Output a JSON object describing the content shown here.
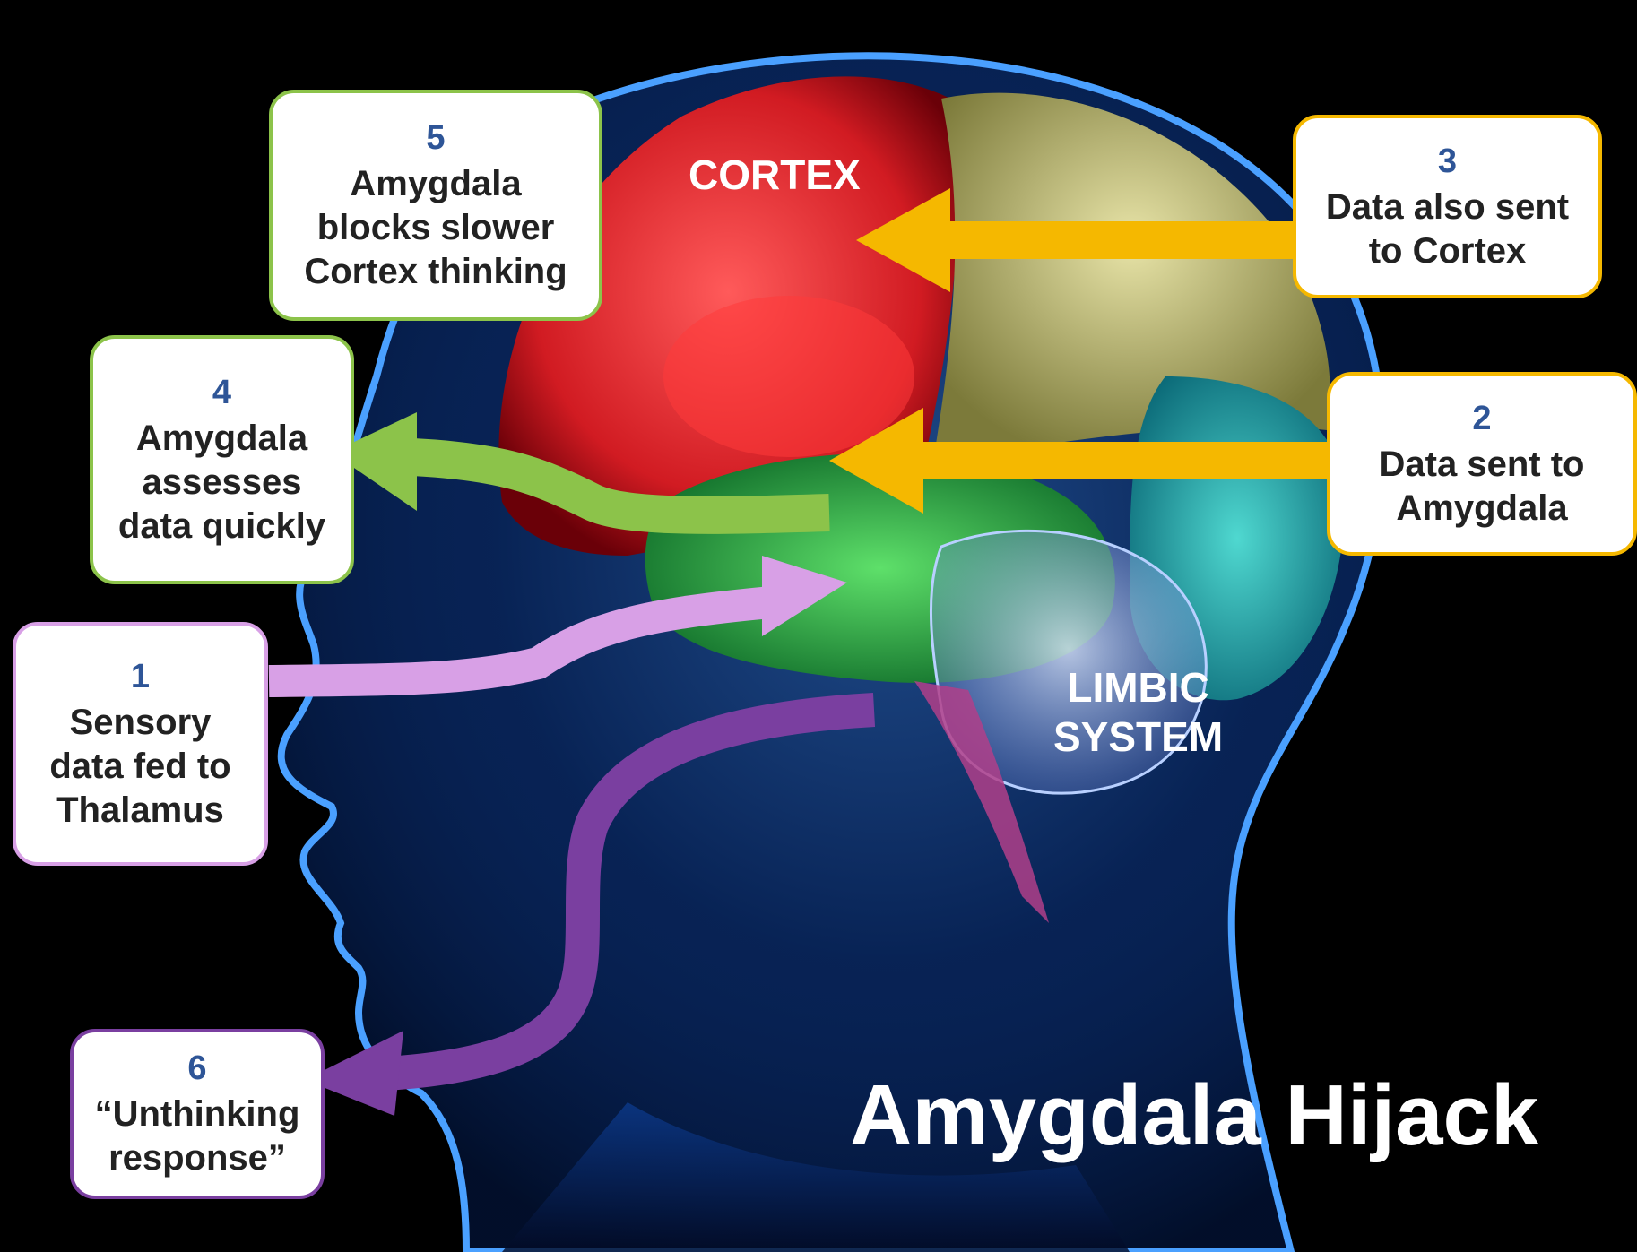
{
  "title": "Amygdala Hijack",
  "regions": {
    "cortex": "CORTEX",
    "limbic": "LIMBIC\nSYSTEM"
  },
  "steps": [
    {
      "num": "1",
      "text": "Sensory\ndata fed to\nThalamus",
      "color": "#d8a0e6"
    },
    {
      "num": "2",
      "text": "Data sent to\nAmygdala",
      "color": "#f5b800"
    },
    {
      "num": "3",
      "text": "Data also sent\nto Cortex",
      "color": "#f5b800"
    },
    {
      "num": "4",
      "text": "Amygdala\nassesses\ndata quickly",
      "color": "#8cc34a"
    },
    {
      "num": "5",
      "text": "Amygdala\nblocks slower\nCortex thinking",
      "color": "#8cc34a"
    },
    {
      "num": "6",
      "text": "“Unthinking\nresponse”",
      "color": "#7a3fa0"
    }
  ],
  "colors": {
    "background": "#000000",
    "head": "#1e6fd9",
    "cortex": "#e8202a",
    "limbic": "#a8c8f0",
    "arrow_yellow": "#f5b800",
    "arrow_green": "#8cc34a",
    "arrow_light_purple": "#d8a0e6",
    "arrow_purple": "#7a3fa0"
  }
}
